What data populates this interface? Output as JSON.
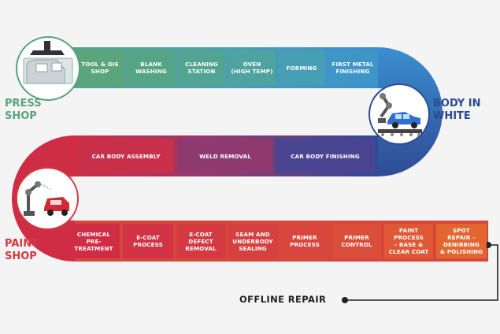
{
  "colors": {
    "press": "#5aa27d",
    "body_in_white": "#2c4a93",
    "paint": "#d23a3f",
    "offline": "#222222"
  },
  "stages": {
    "press_shop": "PRESS\nSHOP",
    "body_in_white": "BODY IN\nWHITE",
    "paint_shop": "PAINT\nSHOP"
  },
  "row1": [
    {
      "label": "TOOL & DIE\nSHOP"
    },
    {
      "label": "BLANK\nWASHING"
    },
    {
      "label": "CLEANING\nSTATION"
    },
    {
      "label": "OVEN\n(HIGH TEMP)"
    },
    {
      "label": "FORMING"
    },
    {
      "label": "FIRST METAL\nFINISHING"
    }
  ],
  "row2": [
    {
      "label": "CAR BODY ASSEMBLY"
    },
    {
      "label": "WELD REMOVAL"
    },
    {
      "label": "CAR BODY FINISHING"
    }
  ],
  "row3": [
    {
      "label": "CHEMICAL\nPRE-\nTREATMENT"
    },
    {
      "label": "E-COAT\nPROCESS"
    },
    {
      "label": "E-COAT\nDEFECT\nREMOVAL"
    },
    {
      "label": "SEAM AND\nUNDERBODY\nSEALING"
    },
    {
      "label": "PRIMER\nPROCESS"
    },
    {
      "label": "PRIMER\nCONTROL"
    },
    {
      "label": "PAINT\nPROCESS\n– BASE &\nCLEAR COAT"
    },
    {
      "label": "SPOT\nREPAIR –\nDENIBBING\n& POLISHING"
    }
  ],
  "offline_repair": "OFFLINE REPAIR",
  "icons": {
    "press": "press-machine-icon",
    "body": "robot-arm-car-icon",
    "paint": "paint-robot-car-icon"
  }
}
